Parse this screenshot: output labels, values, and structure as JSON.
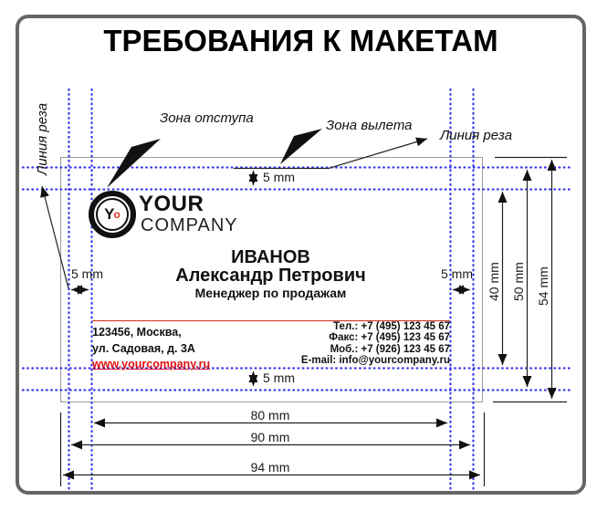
{
  "title": "ТРЕБОВАНИЯ К МАКЕТАМ",
  "annotations": {
    "cut_line_left": "Линия реза",
    "margin_zone": "Зона отступа",
    "bleed_zone": "Зона вылета",
    "cut_line_right": "Линия реза"
  },
  "dimensions": {
    "margin_top": "5 mm",
    "margin_left": "5 mm",
    "margin_right": "5 mm",
    "margin_bottom": "5 mm",
    "height_safe": "40 mm",
    "height_trim": "50 mm",
    "height_bleed": "54 mm",
    "width_safe": "80 mm",
    "width_trim": "90 mm",
    "width_bleed": "94 mm"
  },
  "card": {
    "logo": {
      "monogram_y": "Y",
      "monogram_o": "o",
      "name_top": "YOUR",
      "name_bottom": "COMPANY"
    },
    "person": {
      "surname": "ИВАНОВ",
      "first_middle": "Александр Петрович",
      "job_title": "Менеджер по продажам"
    },
    "address": {
      "line1": "123456, Москва,",
      "line2": "ул. Садовая, д. 3А",
      "website": "www.yourcompany.ru"
    },
    "contacts": [
      "Тел.: +7 (495) 123 45 67",
      "Факс: +7 (495) 123 45 67",
      "Моб.: +7 (926) 123 45 67",
      "E-mail: info@yourcompany.ru"
    ]
  },
  "colors": {
    "guide_blue": "#2b2bee",
    "accent_red": "#e01010",
    "divider_red": "#d0442e",
    "frame_gray": "#666666"
  }
}
